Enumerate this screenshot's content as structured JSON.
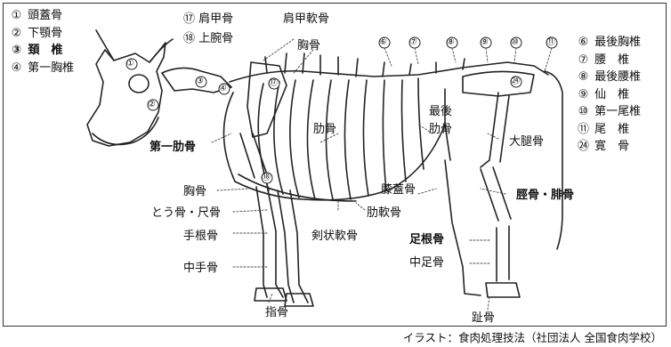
{
  "legend_left": [
    {
      "num": "①",
      "label": "頭蓋骨"
    },
    {
      "num": "②",
      "label": "下顎骨"
    },
    {
      "num": "③",
      "label": "頚　椎"
    },
    {
      "num": "④",
      "label": "第一胸椎"
    }
  ],
  "legend_right": [
    {
      "num": "⑥",
      "label": "最後胸椎"
    },
    {
      "num": "⑦",
      "label": "腰　椎"
    },
    {
      "num": "⑧",
      "label": "最後腰椎"
    },
    {
      "num": "⑨",
      "label": "仙　椎"
    },
    {
      "num": "⑩",
      "label": "第一尾椎"
    },
    {
      "num": "⑪",
      "label": "尾　椎"
    },
    {
      "num": "㉔",
      "label": "寛　骨"
    }
  ],
  "top_labels": {
    "scapula": "⑰ 肩甲骨",
    "humerus": "⑱ 上腕骨",
    "scapular_cartilage": "肩甲軟骨",
    "sternum_top": "胸骨"
  },
  "labels": {
    "first_rib": "第一肋骨",
    "ribs": "肋骨",
    "last_rib_1": "最後",
    "last_rib_2": "肋骨",
    "femur": "大腿骨",
    "sternum": "胸骨",
    "radius_ulna": "とう骨・尺骨",
    "carpus": "手根骨",
    "metacarpus": "中手骨",
    "phalanges": "指骨",
    "xiphoid": "剣状軟骨",
    "costal_cartilage": "肋軟骨",
    "patella": "膝蓋骨",
    "tibia_fibula": "脛骨・腓骨",
    "tarsus": "足根骨",
    "metatarsus": "中足骨",
    "toes": "趾骨"
  },
  "marker_numbers": {
    "skull": "①",
    "mandible": "②",
    "cervical": "③",
    "first_thoracic": "④",
    "scapula": "⑰",
    "humerus": "⑱",
    "last_thoracic": "⑥",
    "lumbar": "⑦",
    "last_lumbar": "⑧",
    "sacrum": "⑨",
    "first_caudal": "⑩",
    "caudal": "⑪",
    "hip": "㉔"
  },
  "credit": "イラスト：食肉処理技法（社団法人 全国食肉学校）"
}
